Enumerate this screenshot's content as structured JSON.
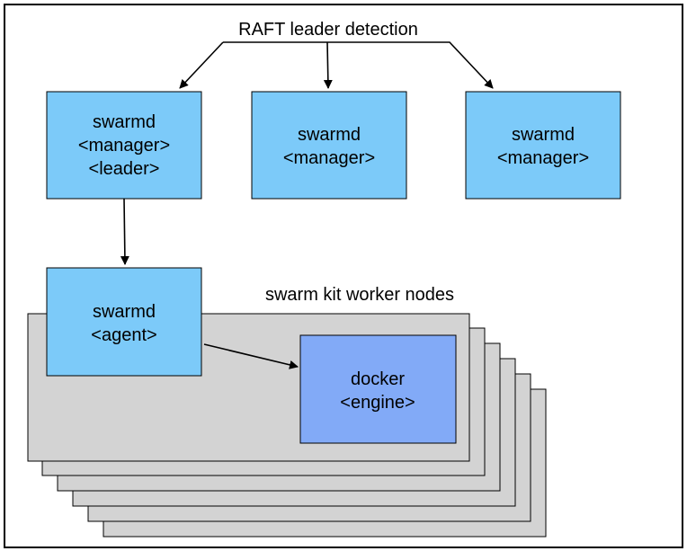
{
  "diagram": {
    "title": "RAFT leader detection",
    "group_label": "swarm kit worker nodes",
    "colors": {
      "node_light_blue": "#7ccaf9",
      "node_blue": "#82aaf7",
      "worker_stack": "#d3d3d3",
      "frame": "#000000"
    },
    "nodes": {
      "leader": {
        "line1": "swarmd",
        "line2": "<manager>",
        "line3": "<leader>"
      },
      "manager_2": {
        "line1": "swarmd",
        "line2": "<manager>"
      },
      "manager_3": {
        "line1": "swarmd",
        "line2": "<manager>"
      },
      "agent": {
        "line1": "swarmd",
        "line2": "<agent>"
      },
      "engine": {
        "line1": "docker",
        "line2": "<engine>"
      }
    },
    "edges": [
      {
        "from": "title",
        "to": "leader"
      },
      {
        "from": "title",
        "to": "manager_2"
      },
      {
        "from": "title",
        "to": "manager_3"
      },
      {
        "from": "leader",
        "to": "agent"
      },
      {
        "from": "agent",
        "to": "engine"
      }
    ]
  }
}
